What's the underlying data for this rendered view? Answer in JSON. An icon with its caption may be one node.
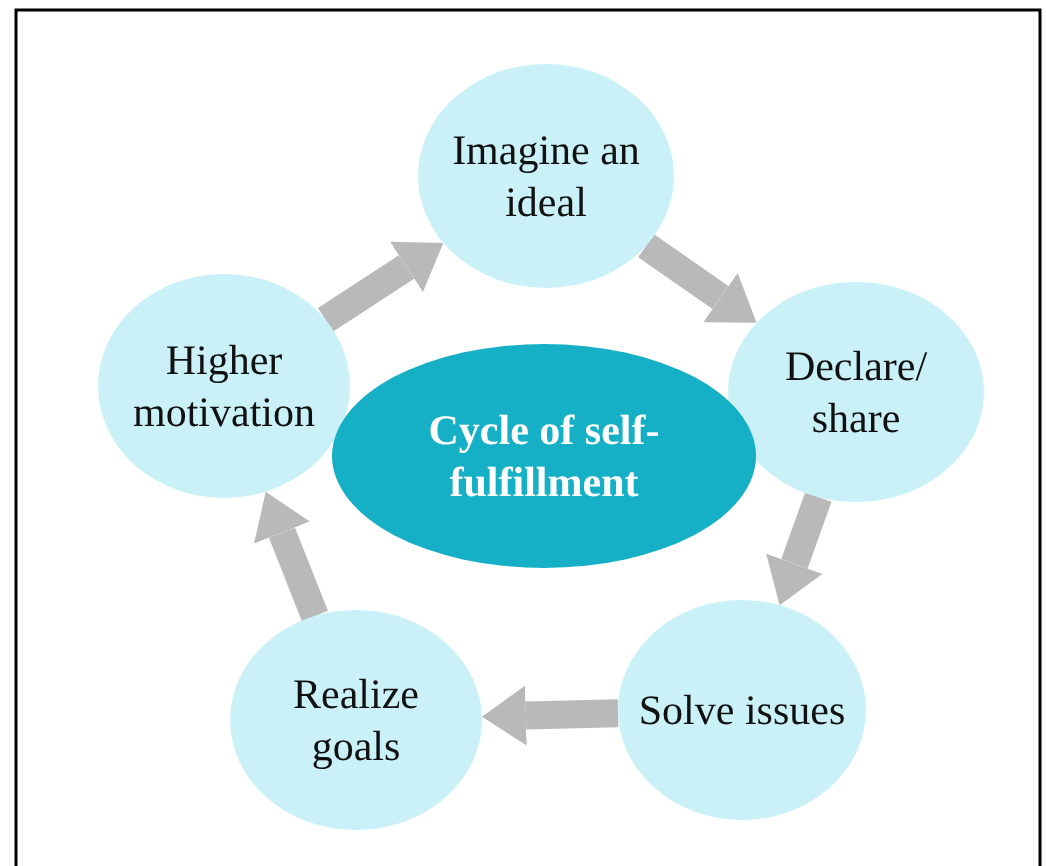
{
  "diagram": {
    "nodes": [
      {
        "text": [
          "Cycle of self-fulfillment"
        ]
      },
      {
        "text": [
          "Imagine an ideal"
        ]
      },
      {
        "text": [
          "Declare/ share"
        ]
      },
      {
        "text": [
          "Solve issues"
        ]
      },
      {
        "text": [
          "Realize goals"
        ]
      },
      {
        "text": [
          "Higher motivation"
        ]
      }
    ],
    "edges": [
      {
        "from": 1,
        "to": 2,
        "arrow": "to"
      },
      {
        "from": 2,
        "to": 3,
        "arrow": "to"
      },
      {
        "from": 3,
        "to": 4,
        "arrow": "to"
      },
      {
        "from": 4,
        "to": 5,
        "arrow": "to"
      },
      {
        "from": 5,
        "to": 1,
        "arrow": "to"
      }
    ]
  }
}
